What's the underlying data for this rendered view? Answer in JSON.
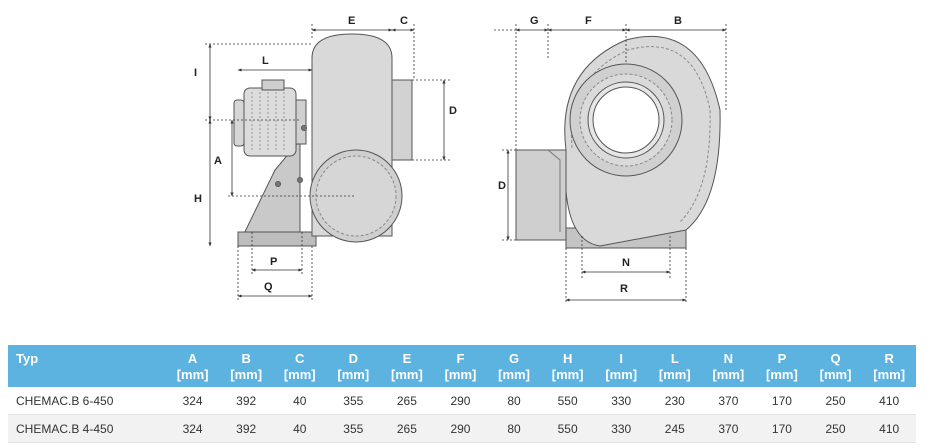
{
  "drawing": {
    "side_view_labels": [
      "E",
      "C",
      "I",
      "L",
      "D",
      "A",
      "H",
      "P",
      "Q"
    ],
    "front_view_labels": [
      "G",
      "F",
      "B",
      "D",
      "N",
      "R"
    ]
  },
  "table": {
    "headers": [
      {
        "name": "Typ",
        "unit": ""
      },
      {
        "name": "A",
        "unit": "[mm]"
      },
      {
        "name": "B",
        "unit": "[mm]"
      },
      {
        "name": "C",
        "unit": "[mm]"
      },
      {
        "name": "D",
        "unit": "[mm]"
      },
      {
        "name": "E",
        "unit": "[mm]"
      },
      {
        "name": "F",
        "unit": "[mm]"
      },
      {
        "name": "G",
        "unit": "[mm]"
      },
      {
        "name": "H",
        "unit": "[mm]"
      },
      {
        "name": "I",
        "unit": "[mm]"
      },
      {
        "name": "L",
        "unit": "[mm]"
      },
      {
        "name": "N",
        "unit": "[mm]"
      },
      {
        "name": "P",
        "unit": "[mm]"
      },
      {
        "name": "Q",
        "unit": "[mm]"
      },
      {
        "name": "R",
        "unit": "[mm]"
      }
    ],
    "rows": [
      [
        "CHEMAC.B 6-450",
        "324",
        "392",
        "40",
        "355",
        "265",
        "290",
        "80",
        "550",
        "330",
        "230",
        "370",
        "170",
        "250",
        "410"
      ],
      [
        "CHEMAC.B 4-450",
        "324",
        "392",
        "40",
        "355",
        "265",
        "290",
        "80",
        "550",
        "330",
        "245",
        "370",
        "170",
        "250",
        "410"
      ]
    ]
  }
}
